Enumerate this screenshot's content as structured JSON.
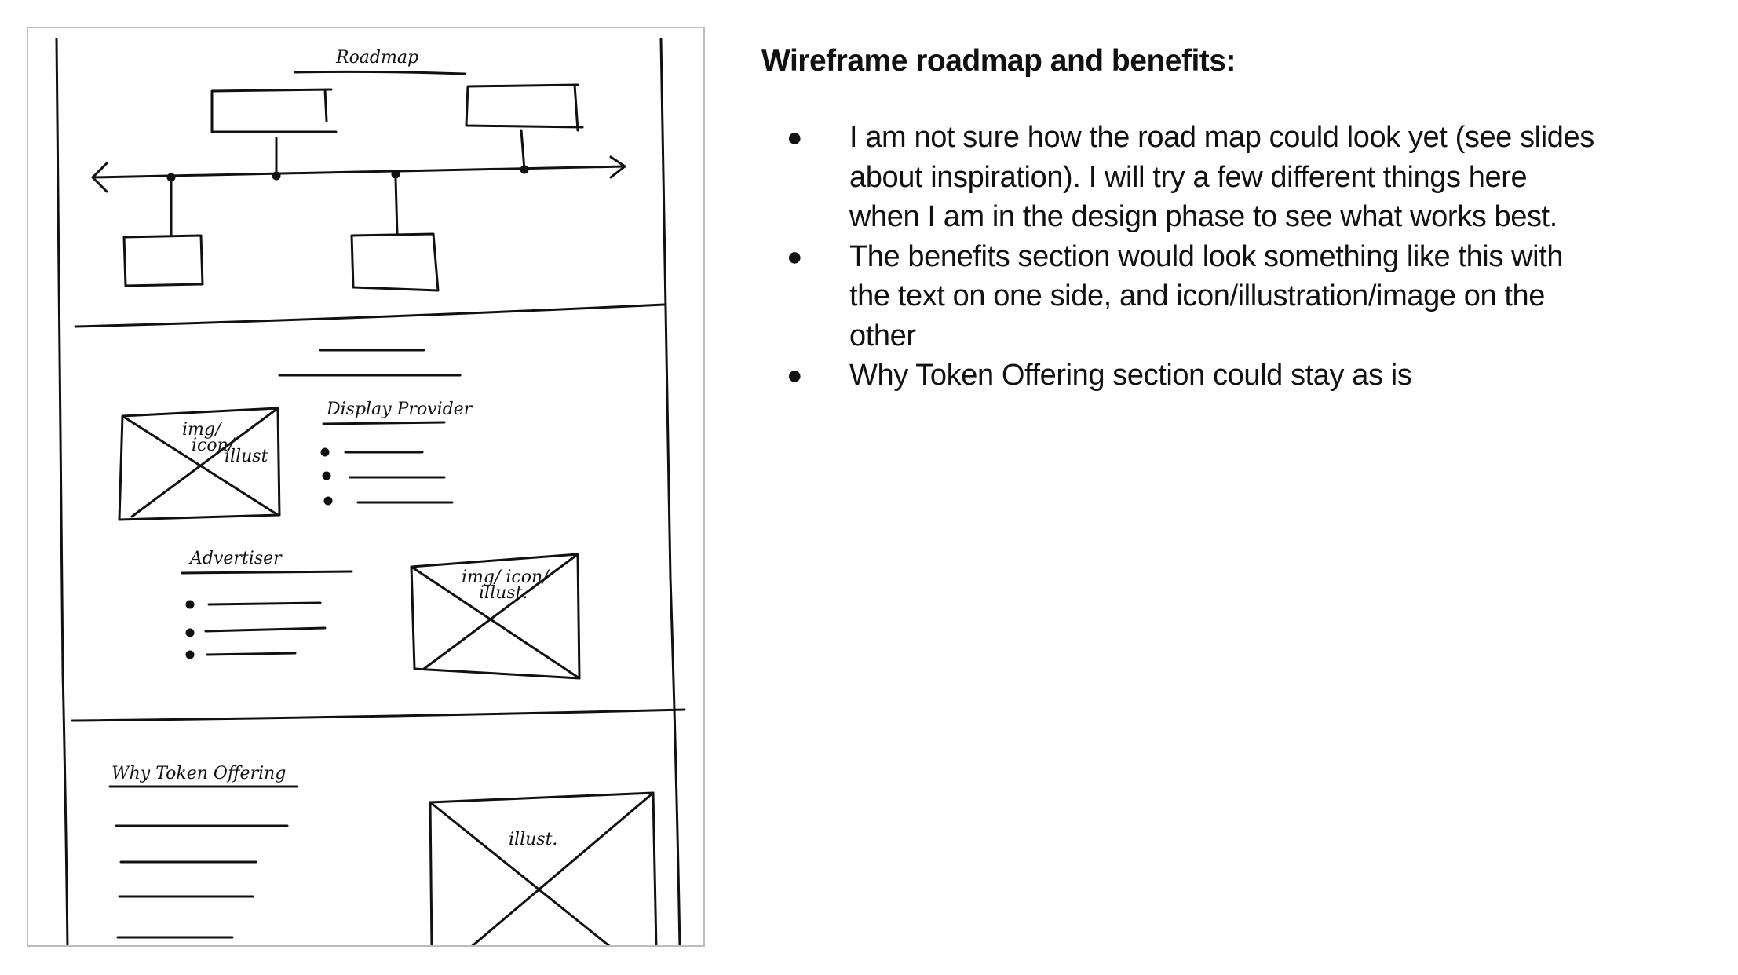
{
  "sketch": {
    "roadmap_label": "Roadmap",
    "display_provider_label": "Display Provider",
    "image_placeholder_1": [
      "img/",
      "icon/",
      "illust"
    ],
    "advertiser_label": "Advertiser",
    "image_placeholder_2": [
      "img/ icon/",
      "illust."
    ],
    "why_token_label": "Why Token Offering",
    "image_placeholder_3": "illust."
  },
  "notes": {
    "title": "Wireframe roadmap and benefits:",
    "bullets": [
      {
        "lines": [
          "I am not sure how the road map could look yet (see slides",
          "about inspiration). I will try a few different things here",
          "when I am in the design phase to see what works best."
        ]
      },
      {
        "lines": [
          "The benefits section would look something like this with",
          "the text on one side, and icon/illustration/image on the",
          "other"
        ]
      },
      {
        "lines": [
          "Why Token Offering section could stay as is"
        ]
      }
    ]
  }
}
